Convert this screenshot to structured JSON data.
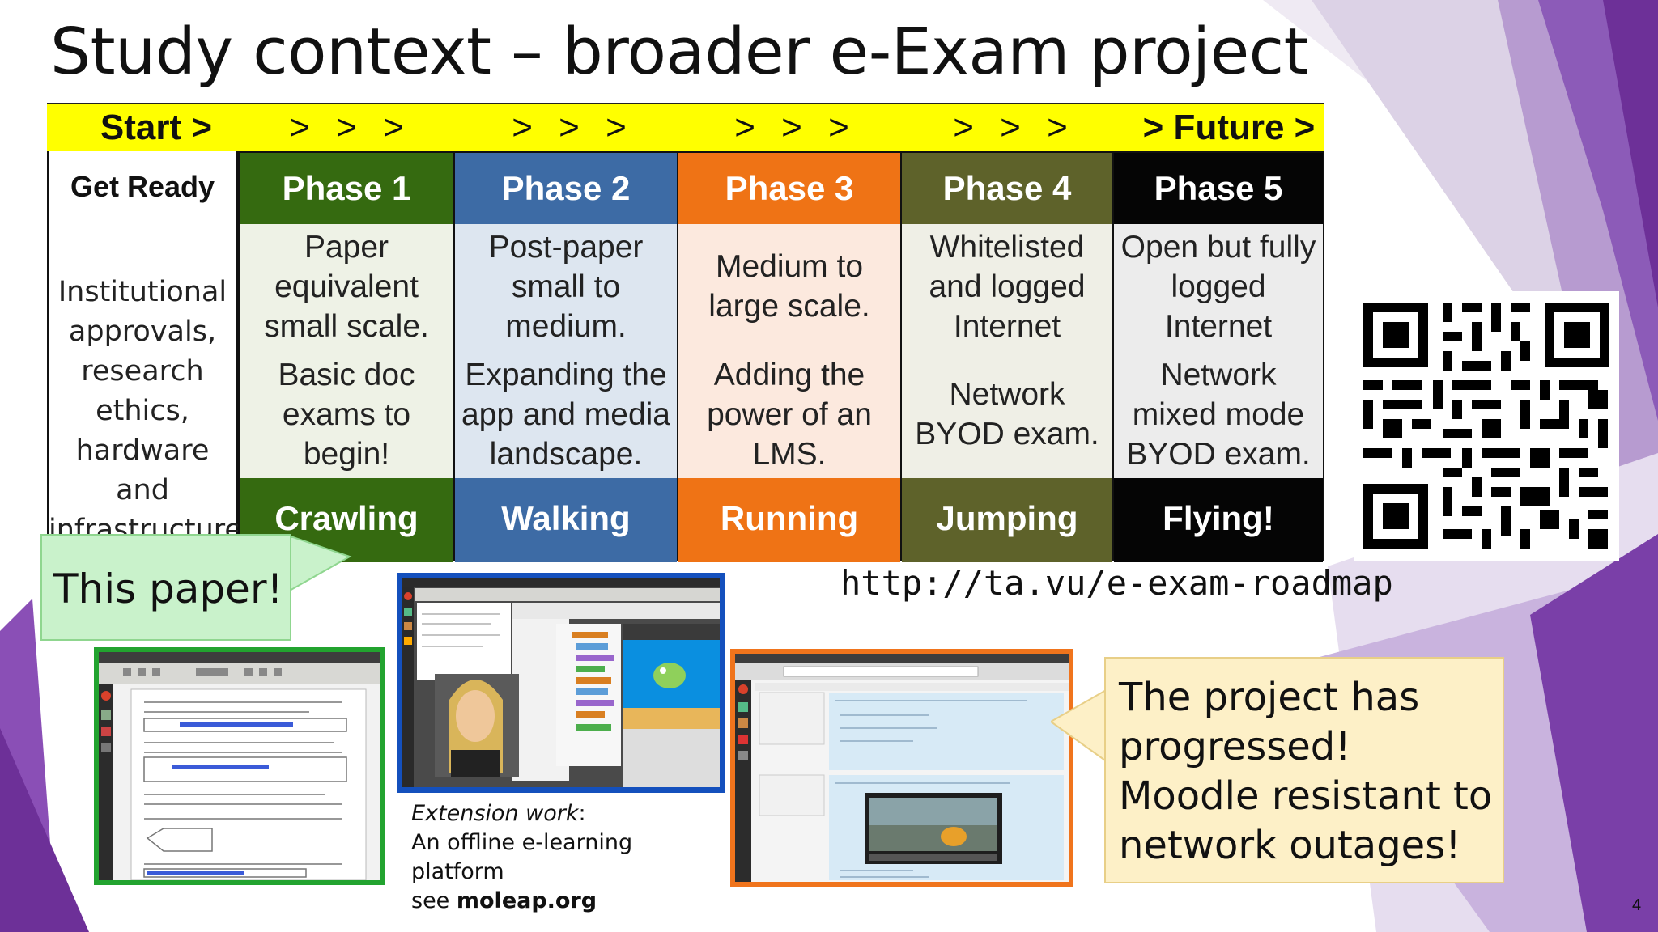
{
  "slide": {
    "title": "Study context – broader e-Exam project",
    "page_number": "4"
  },
  "roadmap": {
    "progress_bar": {
      "start": "Start >",
      "arrows": "> > >",
      "future": "> Future >"
    },
    "get_ready": {
      "heading": "Get Ready",
      "text": [
        "Institutional",
        "approvals,",
        "research",
        "ethics,",
        "hardware and",
        "infrastructure"
      ]
    },
    "phases": [
      {
        "name": "Phase 1",
        "desc1": [
          "Paper",
          "equivalent",
          "small scale."
        ],
        "desc2": [
          "Basic doc",
          "exams to",
          "begin!"
        ],
        "stage": "Crawling",
        "color": "#356a10"
      },
      {
        "name": "Phase 2",
        "desc1": [
          "Post-paper",
          "small to",
          "medium."
        ],
        "desc2": [
          "Expanding the",
          "app and media",
          "landscape."
        ],
        "stage": "Walking",
        "color": "#3d6ba5"
      },
      {
        "name": "Phase 3",
        "desc1": [
          "Medium to",
          "large scale."
        ],
        "desc2": [
          "Adding the",
          "power of an",
          "LMS."
        ],
        "stage": "Running",
        "color": "#ef7315"
      },
      {
        "name": "Phase 4",
        "desc1": [
          "Whitelisted",
          "and logged",
          "Internet"
        ],
        "desc2": [
          "Network",
          "BYOD exam."
        ],
        "stage": "Jumping",
        "color": "#5e622a"
      },
      {
        "name": "Phase 5",
        "desc1": [
          "Open but fully",
          "logged",
          "Internet"
        ],
        "desc2": [
          "Network",
          "mixed mode",
          "BYOD exam."
        ],
        "stage": "Flying!",
        "color": "#050505"
      }
    ]
  },
  "url": "http://ta.vu/e-exam-roadmap",
  "this_paper_callout": "This paper!",
  "extension": {
    "label": "Extension work",
    "colon": ":",
    "line2": "An offline e-learning platform",
    "see": "see ",
    "site": "moleap.org"
  },
  "progress_callout": {
    "lines": [
      "The project has",
      "progressed!",
      "Moodle resistant to",
      "network outages!"
    ]
  },
  "colors": {
    "accent_purple": "#7a3fa8",
    "highlight_yellow": "#ffff00"
  }
}
